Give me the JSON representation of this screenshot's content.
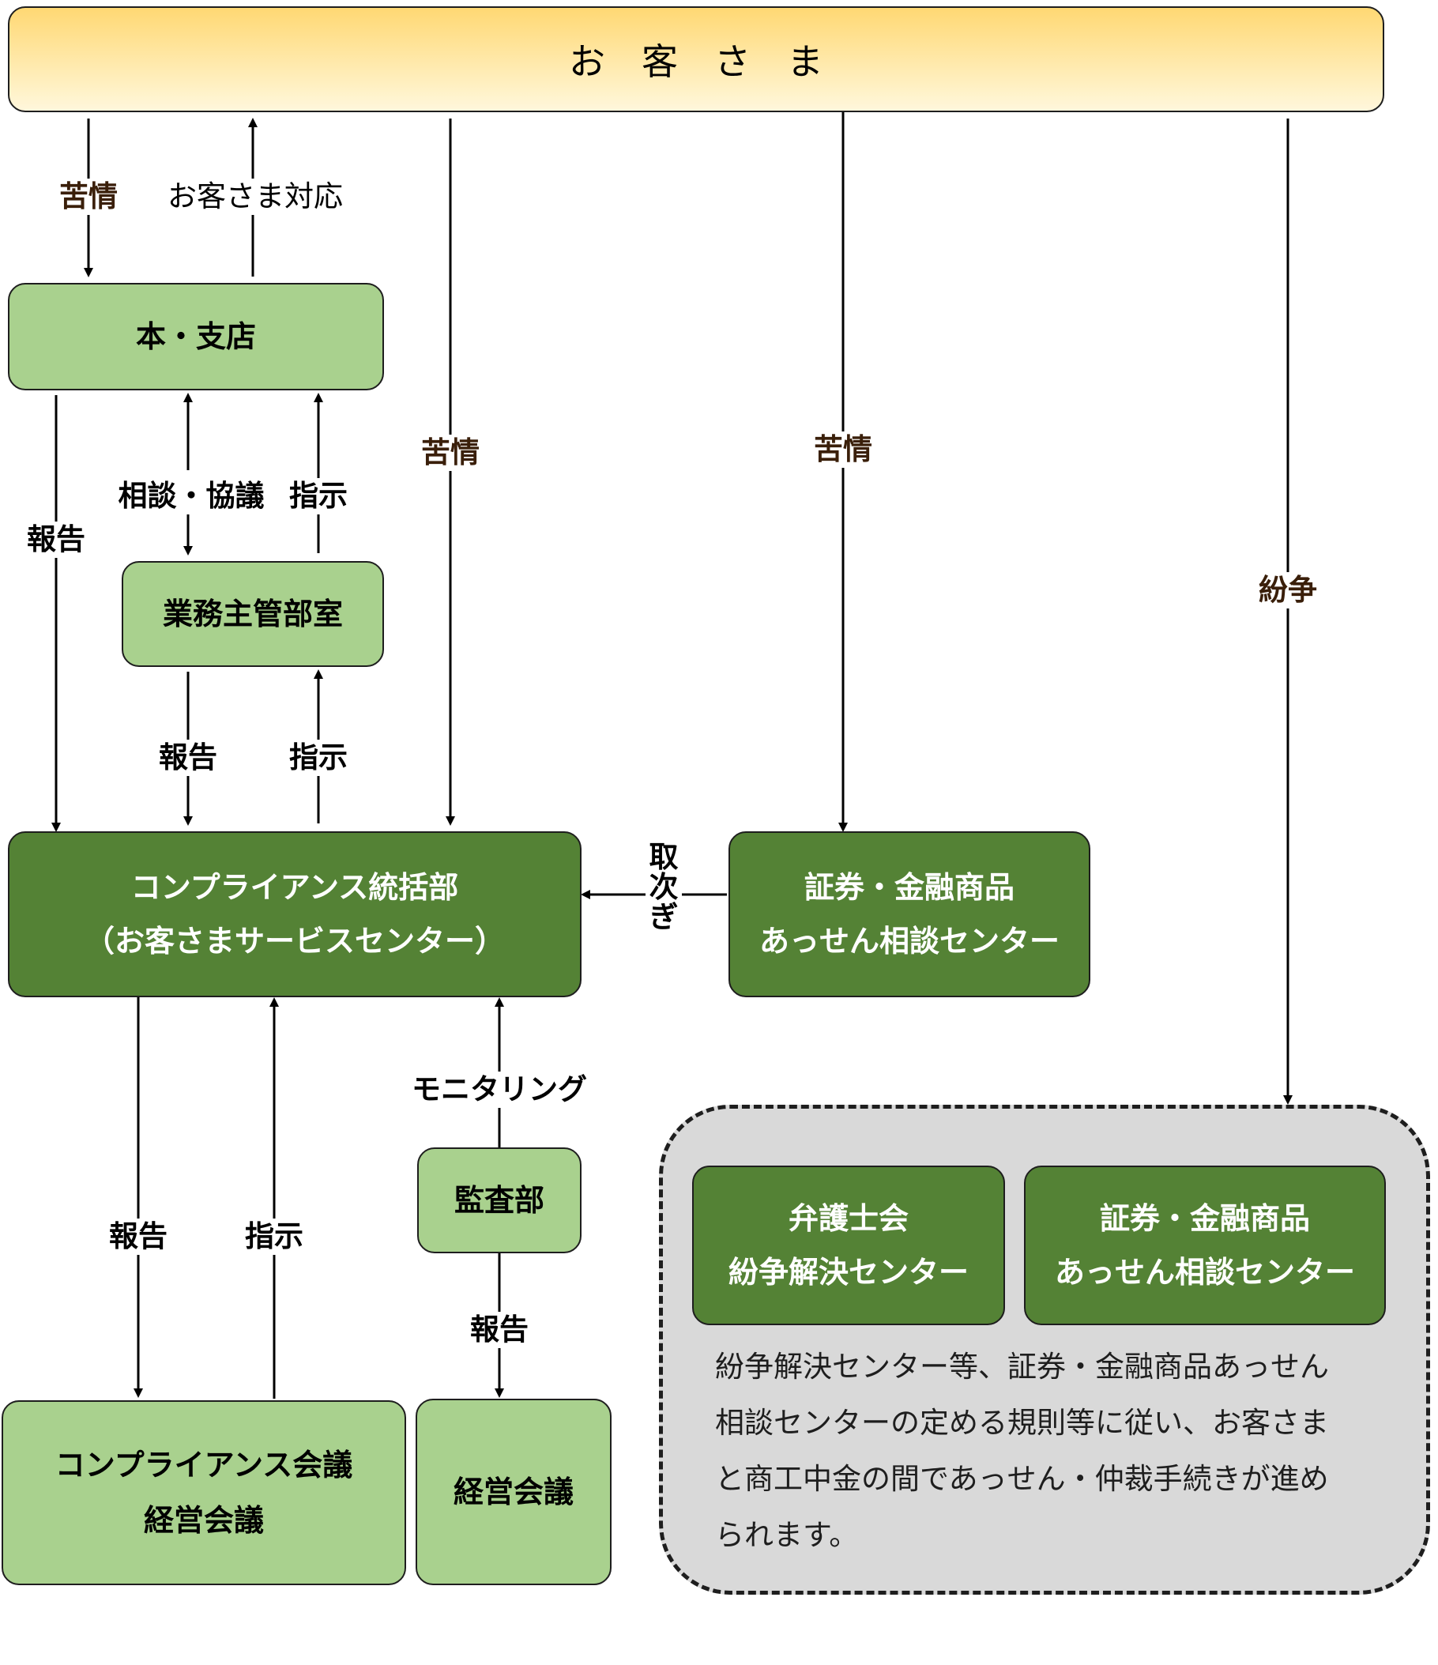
{
  "nodes": {
    "customer": "お　客　さ　ま",
    "branch": "本・支店",
    "business_dept": "業務主管部室",
    "compliance_hq_line1": "コンプライアンス統括部",
    "compliance_hq_line2": "（お客さまサービスセンター）",
    "finmac_line1": "証券・金融商品",
    "finmac_line2": "あっせん相談センター",
    "audit": "監査部",
    "compliance_meeting_line1": "コンプライアンス会議",
    "compliance_meeting_line2": "経営会議",
    "management_meeting": "経営会議",
    "bar_line1": "弁護士会",
    "bar_line2": "紛争解決センター",
    "finmac2_line1": "証券・金融商品",
    "finmac2_line2": "あっせん相談センター"
  },
  "labels": {
    "complaint_1": "苦情",
    "customer_response": "お客さま対応",
    "complaint_2": "苦情",
    "complaint_3": "苦情",
    "dispute": "紛争",
    "report_1": "報告",
    "consult": "相談・協議",
    "instruct_1": "指示",
    "report_2": "報告",
    "instruct_2": "指示",
    "forward": [
      "取",
      "次",
      "ぎ"
    ],
    "monitoring": "モニタリング",
    "report_3": "報告",
    "instruct_3": "指示",
    "report_4": "報告"
  },
  "note_lines": [
    "紛争解決センター等、証券・金融商品あっせん",
    "相談センターの定める規則等に従い、お客さま",
    "と商工中金の間であっせん・仲裁手続きが進め",
    "られます。"
  ],
  "colors": {
    "light_green": "#a9d18e",
    "dark_green": "#548235",
    "customer_top": "#ffd873",
    "customer_bottom": "#fff6dc",
    "dispute_area": "#d9d9d9",
    "label_brown": "#3a1f0a"
  }
}
